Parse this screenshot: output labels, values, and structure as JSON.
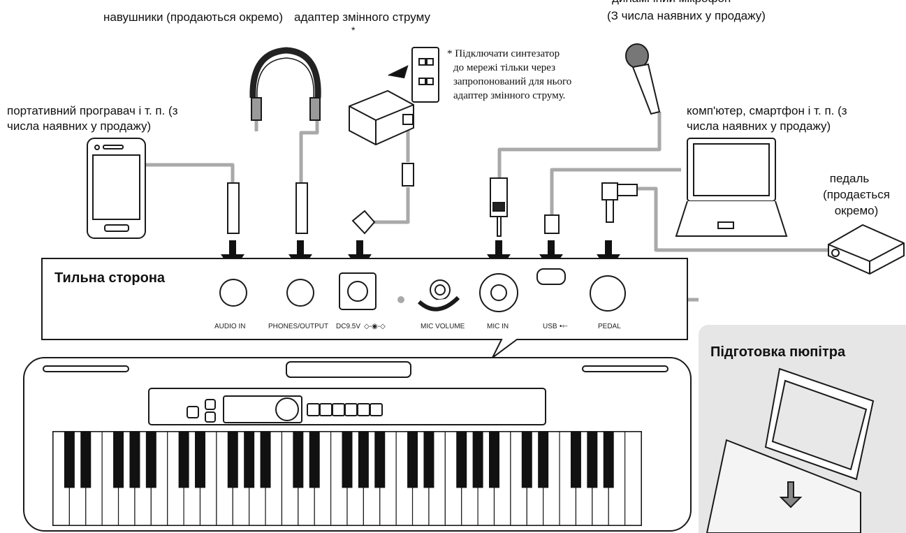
{
  "labels": {
    "headphones": "навушники (продаються окремо)",
    "ac_adapter": "адаптер змінного струму",
    "ac_adapter_asterisk": "*",
    "mic_line1": "динамічний мікрофон",
    "mic_line2": "(З числа наявних у продажу)",
    "player_line1": "портативний програвач і т. п. (з",
    "player_line2": "числа наявних у продажу)",
    "adapter_note_line1": "* Підключати синтезатор",
    "adapter_note_line2": "до мережі тільки через",
    "adapter_note_line3": "запропонований для нього",
    "adapter_note_line4": "адаптер змінного струму.",
    "computer_line1": "комп'ютер, смартфон і т. п. (з",
    "computer_line2": "числа наявних у продажу)",
    "pedal_line1": "педаль",
    "pedal_line2": "(продається",
    "pedal_line3": "окремо)",
    "back_side": "Тильна сторона",
    "stand_title": "Підготовка пюпітра"
  },
  "ports": {
    "audio_in": "AUDIO IN",
    "phones_output": "PHONES/OUTPUT",
    "dc": "DC9.5V",
    "mic_volume": "MIC VOLUME",
    "mic_in": "MIC IN",
    "usb": "USB",
    "pedal": "PEDAL"
  },
  "colors": {
    "cable": "#a9a9a9",
    "panel_bg": "#e6e6e6",
    "line": "#1a1a1a"
  }
}
